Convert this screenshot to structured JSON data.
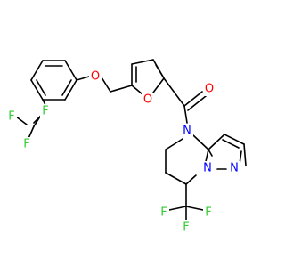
{
  "atoms": {
    "O": "O",
    "N": "N",
    "F": "F"
  },
  "colors": {
    "bond": "#000000",
    "oxygen": "#ff0000",
    "nitrogen": "#0000ff",
    "fluorine": "#33cc33"
  }
}
